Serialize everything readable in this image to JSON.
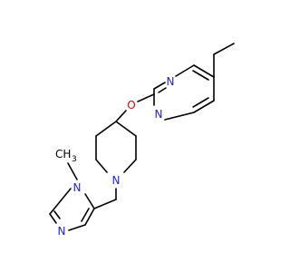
{
  "molecule": {
    "colors": {
      "bond": "#000000",
      "nitrogen": "#1f1fd6",
      "oxygen": "#e00000",
      "carbon": "#000000"
    },
    "atoms": [
      {
        "id": "pyr_n1",
        "symbol": "N",
        "element": "nitrogen"
      },
      {
        "id": "pyr_n3",
        "symbol": "N",
        "element": "nitrogen"
      },
      {
        "id": "ether_o",
        "symbol": "O",
        "element": "oxygen"
      },
      {
        "id": "pip_n",
        "symbol": "N",
        "element": "nitrogen"
      },
      {
        "id": "im_n1",
        "symbol": "N",
        "element": "nitrogen"
      },
      {
        "id": "im_n3",
        "symbol": "N",
        "element": "nitrogen"
      },
      {
        "id": "methyl_c",
        "symbol": "CH",
        "subscript": "3",
        "element": "carbon"
      }
    ]
  }
}
